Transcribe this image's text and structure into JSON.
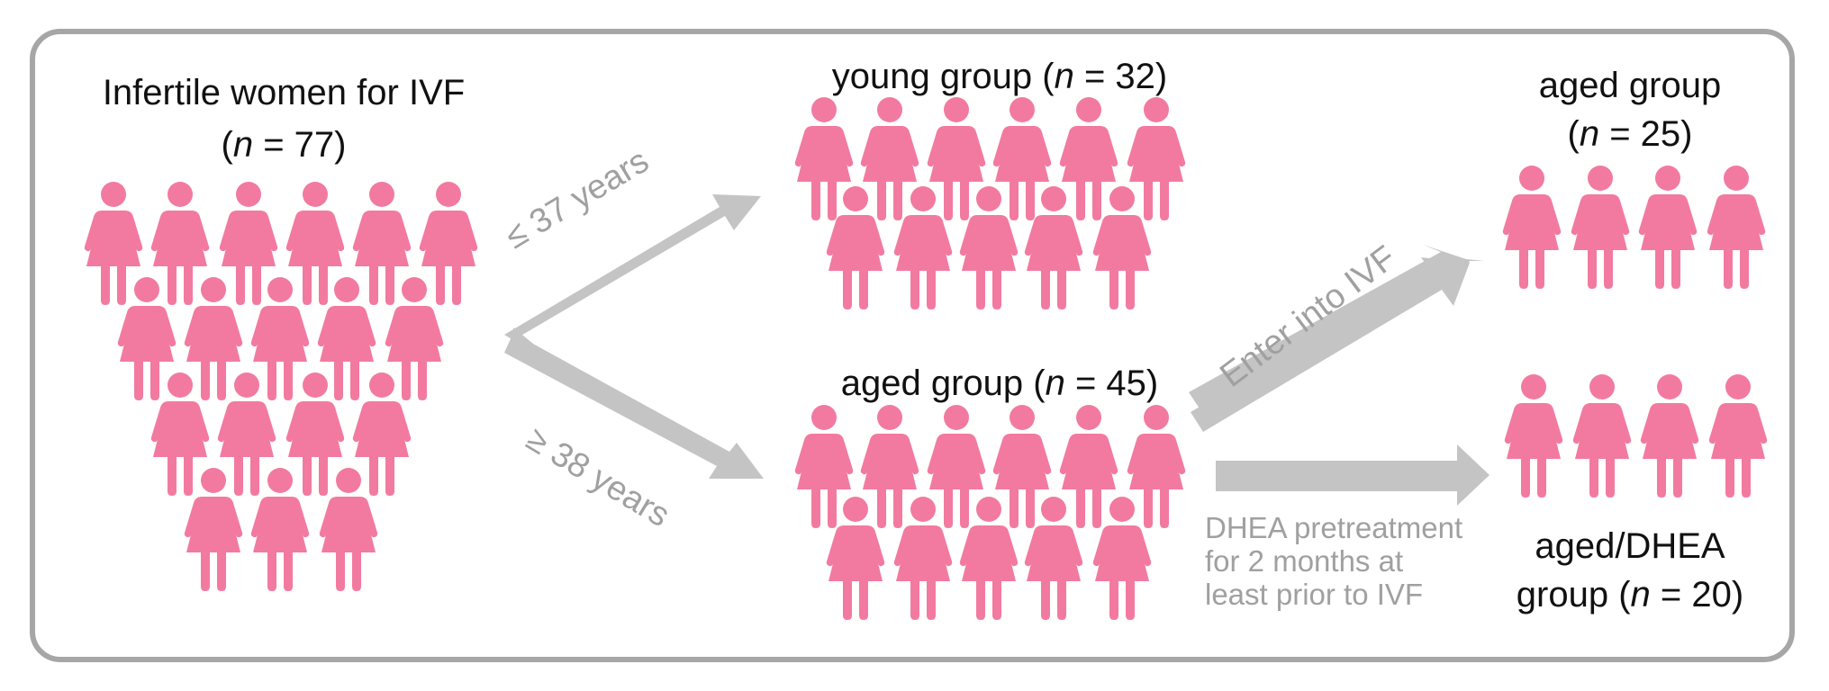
{
  "colors": {
    "person": "#f27aa0",
    "arrow": "#c4c4c4",
    "frame": "#a6a6a6",
    "gray_text": "#a0a0a0"
  },
  "icon": "woman-figure-icon",
  "groups": {
    "infertile": {
      "title": "Infertile women for IVF",
      "n_label": "n",
      "n_value": " = 77"
    },
    "young": {
      "title": "young group (",
      "n_label": "n",
      "n_value": " = 32)"
    },
    "aged": {
      "title": "aged group (",
      "n_label": "n",
      "n_value": " = 45)"
    },
    "aged_ivf": {
      "title": "aged group",
      "n_label": "n",
      "n_value": " = 25"
    },
    "aged_dhea": {
      "title": "aged/DHEA",
      "title2": "group (",
      "n_label": "n",
      "n_value": " = 20)"
    }
  },
  "arrows": {
    "young_label": "≤ 37 years",
    "aged_label": "≥ 38 years",
    "ivf_label": "Enter into IVF",
    "dhea_label": [
      "DHEA pretreatment",
      "for 2 months at",
      "least prior to IVF"
    ]
  }
}
